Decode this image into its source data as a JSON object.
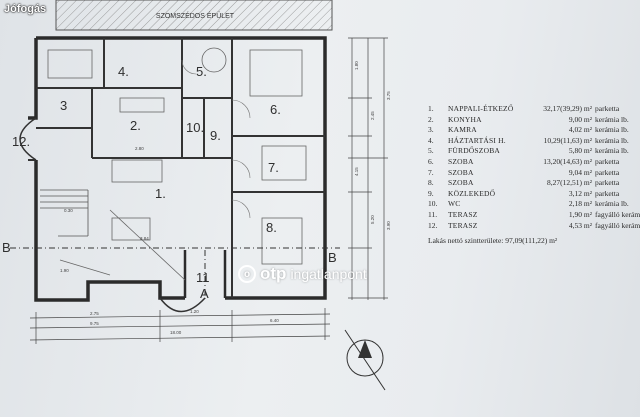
{
  "watermark": "Jófogás",
  "plan": {
    "neighbor_label": "SZOMSZÉDOS ÉPÜLET",
    "room_numbers": [
      "1.",
      "2.",
      "3",
      "4.",
      "5.",
      "6.",
      "7.",
      "8.",
      "9.",
      "10.",
      "11",
      "12."
    ],
    "section_marks": [
      "B",
      "B",
      "A"
    ],
    "dimensions": [
      "1.80",
      "2.45",
      "3.75",
      "4.15",
      "5.20",
      "3.90",
      "2.75",
      "1.20",
      "18.00",
      "9.75",
      "6.40",
      "0.30",
      "2.80",
      "1.90",
      "3.84"
    ]
  },
  "legend": {
    "rows": [
      {
        "no": "1.",
        "name": "NAPPALI-ÉTKEZŐ",
        "area": "32,17(39,29) m²",
        "floor": "parketta"
      },
      {
        "no": "2.",
        "name": "KONYHA",
        "area": "9,00 m²",
        "floor": "kerámia lb."
      },
      {
        "no": "3.",
        "name": "KAMRA",
        "area": "4,02 m²",
        "floor": "kerámia lb."
      },
      {
        "no": "4.",
        "name": "HÁZTARTÁSI H.",
        "area": "10,29(11,63) m²",
        "floor": "kerámia lb."
      },
      {
        "no": "5.",
        "name": "FÜRDŐSZOBA",
        "area": "5,80 m²",
        "floor": "kerámia lb."
      },
      {
        "no": "6.",
        "name": "SZOBA",
        "area": "13,20(14,63) m²",
        "floor": "parketta"
      },
      {
        "no": "7.",
        "name": "SZOBA",
        "area": "9,04 m²",
        "floor": "parketta"
      },
      {
        "no": "8.",
        "name": "SZOBA",
        "area": "8,27(12,51) m²",
        "floor": "parketta"
      },
      {
        "no": "9.",
        "name": "KÖZLEKEDŐ",
        "area": "3,12 m²",
        "floor": "parketta"
      },
      {
        "no": "10.",
        "name": "WC",
        "area": "2,18 m²",
        "floor": "kerámia lb."
      },
      {
        "no": "11.",
        "name": "TERASZ",
        "area": "1,90 m²",
        "floor": "fagyálló kerámia"
      },
      {
        "no": "12.",
        "name": "TERASZ",
        "area": "4,53 m²",
        "floor": "fagyálló kerámia"
      }
    ],
    "total": "Lakás nettó szintterülete: 97,09(111,22) m²"
  },
  "brand": {
    "mark": "o",
    "name": "otp",
    "suffix": "ingatlanpont"
  }
}
